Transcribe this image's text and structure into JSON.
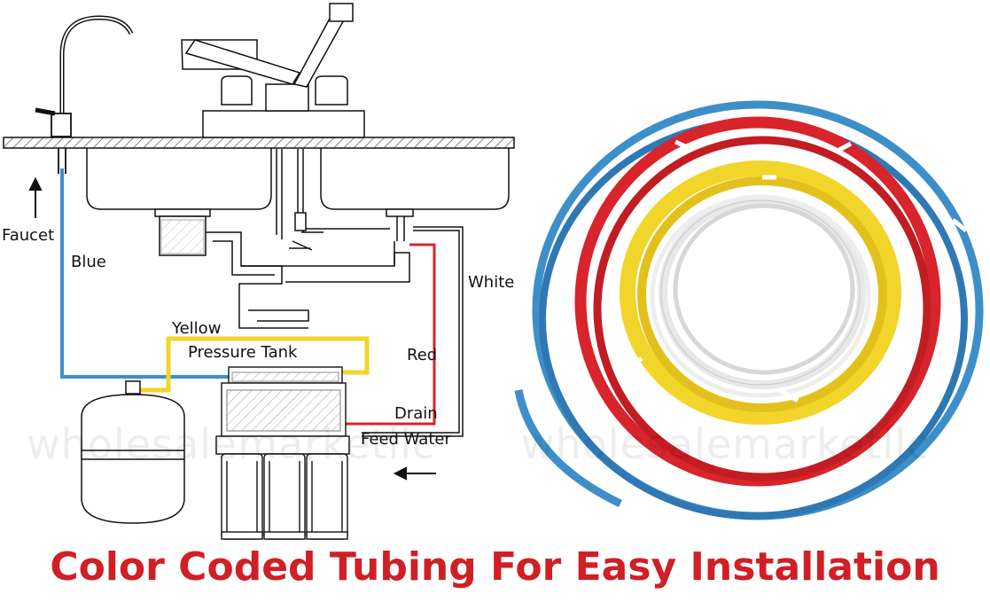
{
  "labels": {
    "faucet": "Faucet",
    "blue": "Blue",
    "white": "White",
    "yellow": "Yellow",
    "pressure_tank": "Pressure Tank",
    "red": "Red",
    "drain": "Drain",
    "feed_water": "Feed Water"
  },
  "watermark": {
    "left": "wholesalemarketllc",
    "right": "wholesalemarketllc"
  },
  "caption": "Color Coded Tubing For Easy Installation",
  "colors": {
    "blue_tube": "#3d8fc9",
    "yellow_tube": "#f2d52a",
    "red_tube": "#d8242a",
    "white_tube": "#f4f4f4",
    "caption": "#d01f25",
    "line": "#111111"
  },
  "icons": [
    "faucet-icon",
    "sink-icon",
    "pressure-tank-icon",
    "ro-filter-unit-icon",
    "tubing-coils-icon",
    "arrow-up-icon",
    "arrow-left-icon"
  ]
}
